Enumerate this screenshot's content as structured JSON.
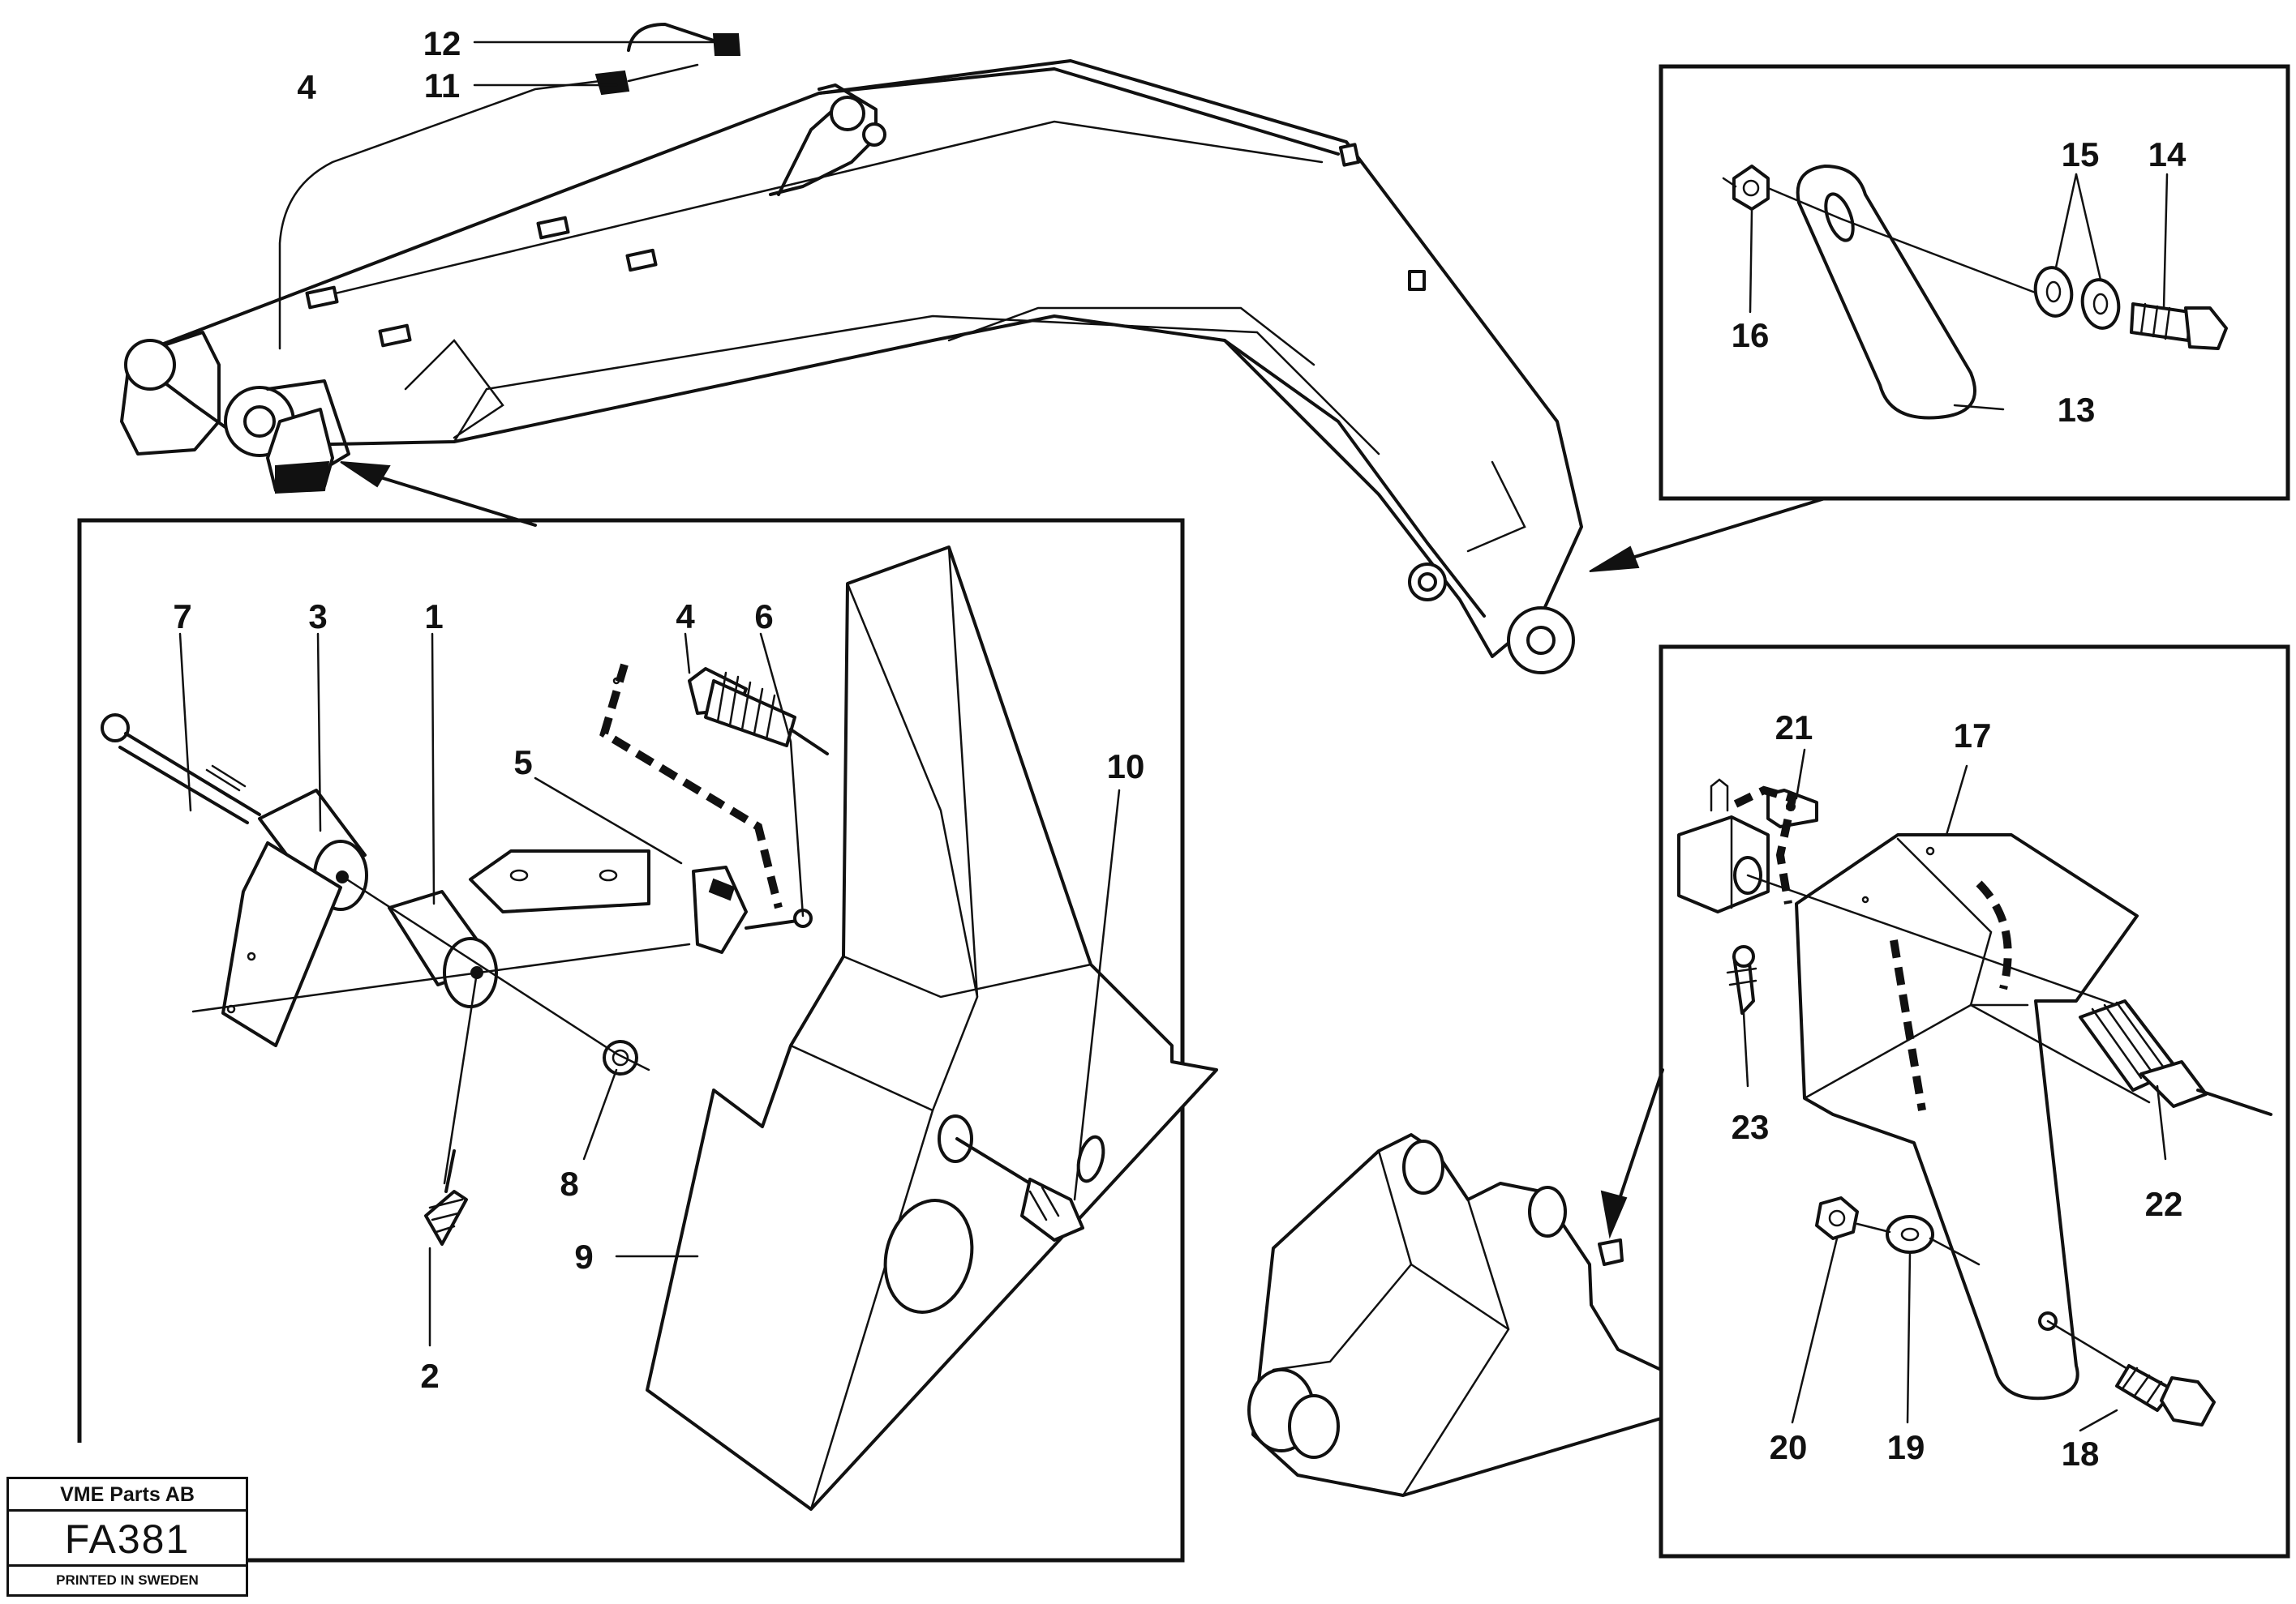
{
  "title_block": {
    "company": "VME Parts AB",
    "figure_code": "FA381",
    "printed": "PRINTED IN SWEDEN"
  },
  "callouts": [
    "1",
    "2",
    "3",
    "4",
    "5",
    "6",
    "7",
    "8",
    "9",
    "10",
    "11",
    "12",
    "13",
    "14",
    "15",
    "16",
    "17",
    "18",
    "19",
    "20",
    "21",
    "22",
    "23"
  ],
  "panels": {
    "main": {
      "callouts": [
        "4",
        "11",
        "12"
      ]
    },
    "detail_left": {
      "callouts": [
        "1",
        "2",
        "3",
        "4",
        "5",
        "6",
        "7",
        "8",
        "9",
        "10"
      ]
    },
    "detail_top_right": {
      "callouts": [
        "13",
        "14",
        "15",
        "16"
      ]
    },
    "detail_bottom_right": {
      "callouts": [
        "17",
        "18",
        "19",
        "20",
        "21",
        "22",
        "23"
      ]
    }
  }
}
